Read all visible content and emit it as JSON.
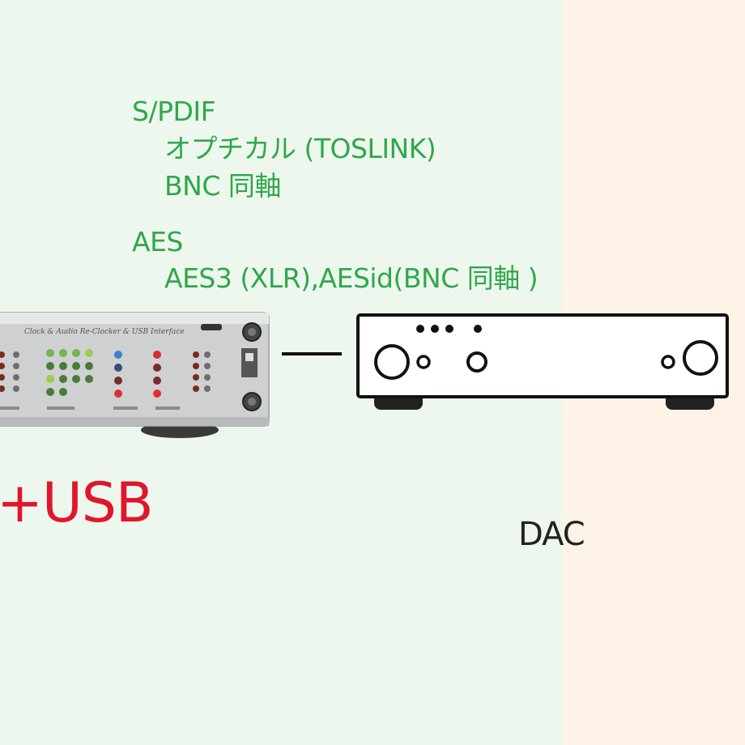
{
  "spdif": {
    "title": "S/PDIF",
    "optical": "オプチカル (TOSLINK)",
    "coax": "BNC 同軸"
  },
  "aes": {
    "title": "AES",
    "detail": "AES3 (XLR),AESid(BNC 同軸 )"
  },
  "usb_label": "+USB",
  "dac_label": "DAC",
  "device": {
    "front_panel_text": "Clock & Audio Re-Clocker & USB Interface"
  },
  "colors": {
    "spdif_aes_text": "#2ea84a",
    "usb_text": "#e0162b",
    "left_background": "#eef7ee",
    "right_background": "#fdf3e6"
  }
}
